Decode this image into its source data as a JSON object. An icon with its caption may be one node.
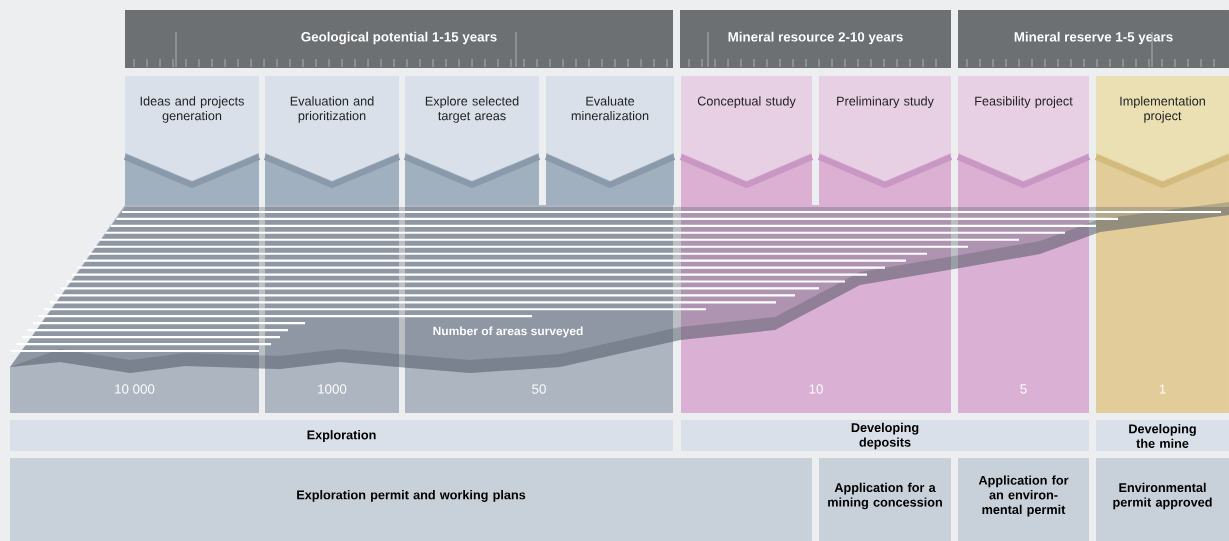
{
  "diagram": {
    "nodes": [
      {
        "text": [
          "Geological potential 1-15 years"
        ]
      },
      {
        "text": [
          "Mineral resource 2-10 years"
        ]
      },
      {
        "text": [
          "Mineral reserve 1-5 years"
        ]
      },
      {
        "text": [
          "Ideas and projects generation"
        ]
      },
      {
        "text": [
          "Evaluation and prioritization"
        ]
      },
      {
        "text": [
          "Explore selected target areas"
        ]
      },
      {
        "text": [
          "Evaluate mineralization"
        ]
      },
      {
        "text": [
          "Conceptual study"
        ]
      },
      {
        "text": [
          "Preliminary study"
        ]
      },
      {
        "text": [
          "Feasibility project"
        ]
      },
      {
        "text": [
          "Implementation project"
        ]
      },
      {
        "text": [
          "10 000"
        ]
      },
      {
        "text": [
          "1000"
        ]
      },
      {
        "text": [
          "50"
        ]
      },
      {
        "text": [
          "10"
        ]
      },
      {
        "text": [
          "5"
        ]
      },
      {
        "text": [
          "1"
        ]
      },
      {
        "text": [
          "Exploration"
        ]
      },
      {
        "text": [
          "Developing deposits"
        ]
      },
      {
        "text": [
          "Developing the mine"
        ]
      },
      {
        "text": [
          "Exploration permit and working plans"
        ]
      },
      {
        "text": [
          "Application for a mining concession"
        ]
      },
      {
        "text": [
          "Application for an environ-mental permit"
        ]
      },
      {
        "text": [
          "Environmental permit approved"
        ]
      }
    ],
    "labels": [
      "Number of areas surveyed"
    ]
  }
}
